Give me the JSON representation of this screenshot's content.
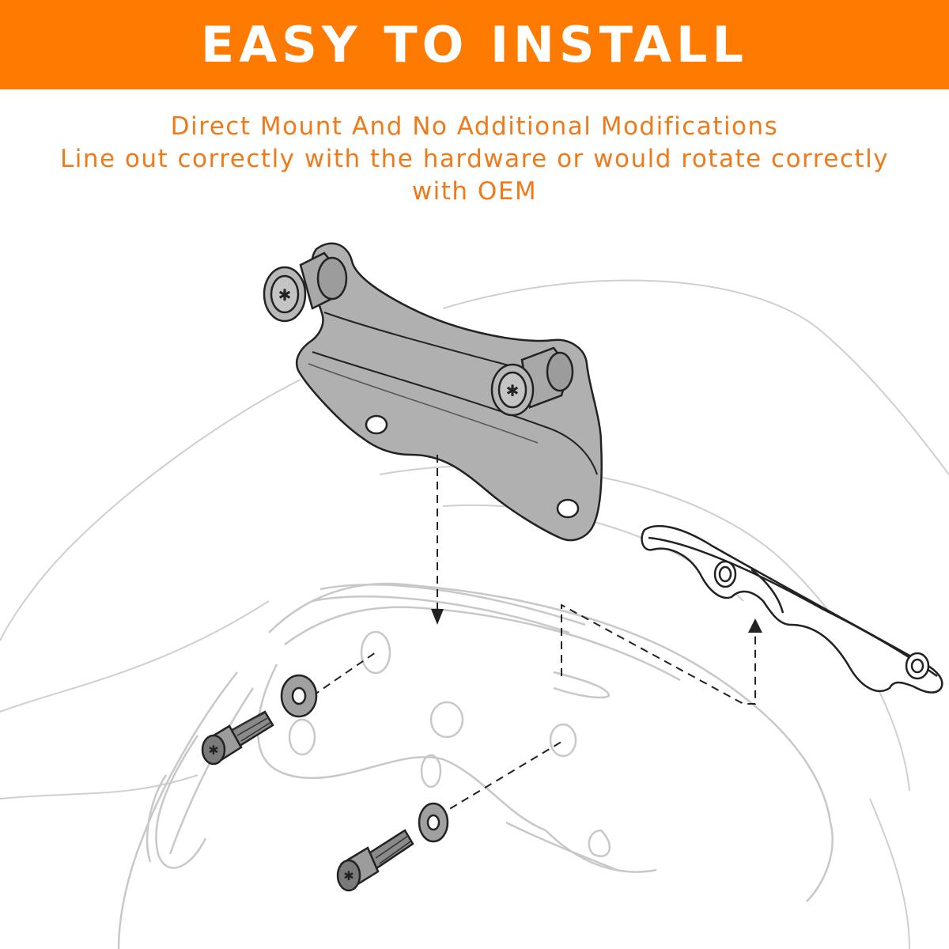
{
  "banner": {
    "title": "EASY TO INSTALL",
    "background_color": "#FF7A00",
    "text_color": "#FFFFFF"
  },
  "description": {
    "color": "#F07A1A",
    "lines": [
      "Direct Mount And No Additional Modifications",
      "Line out correctly with the hardware or would rotate correctly",
      "with OEM"
    ]
  },
  "illustration": {
    "parts": [
      "mount-bracket",
      "bracket-bolt-upper-left",
      "bracket-bolt-right",
      "luggage-rack-frame",
      "backrest-plate",
      "socket-head-bolt-upper",
      "socket-head-bolt-lower",
      "washer-upper",
      "washer-lower"
    ],
    "bracket_fill": "#B0B0B0",
    "line_color": "#222222",
    "faint_line_color": "#CFCFCF"
  }
}
